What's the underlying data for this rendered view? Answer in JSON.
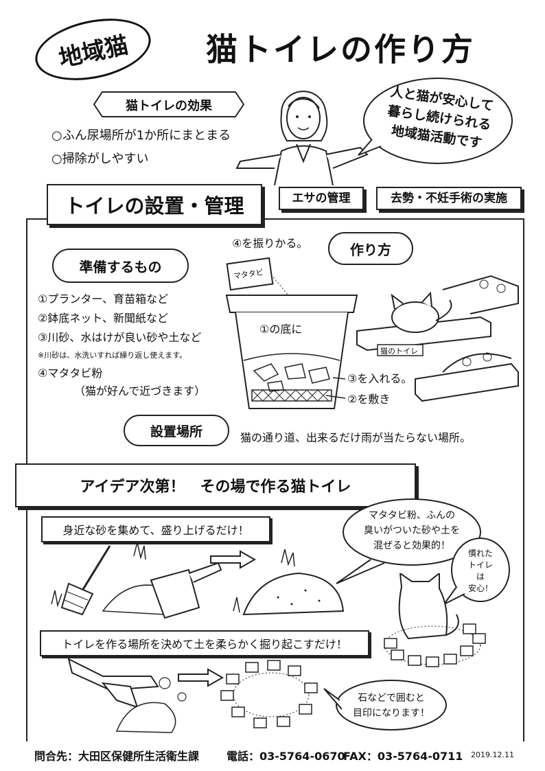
{
  "header": {
    "badge": "地域猫",
    "title": "猫トイレの作り方"
  },
  "effects": {
    "heading": "猫トイレの効果",
    "items": [
      "○ふん尿場所が1か所にまとまる",
      "○掃除がしやすい"
    ]
  },
  "speech": {
    "lines": [
      "人と猫が安心して",
      "暮らし続けられる",
      "地域猫活動です"
    ]
  },
  "tabs": [
    "エサの管理",
    "去勢・不妊手術の実施"
  ],
  "section1": {
    "title": "トイレの設置・管理",
    "prepare_heading": "準備するもの",
    "prepare_items": [
      "①プランター、育苗箱など",
      "②鉢底ネット、新聞紙など",
      "③川砂、水はけが良い砂や土など"
    ],
    "prepare_note": "※川砂は、水洗いすれば繰り返し使えます。",
    "prepare_item4": "④マタタビ粉",
    "prepare_item4_sub": "（猫が好んで近づきます）",
    "howto_heading": "作り方",
    "step4": "④を振りかる。",
    "powder_label": "マタタビ",
    "step1": "①の底に",
    "step3": "③を入れる。",
    "step2": "②を敷き",
    "toilet_sign": "猫のトイレ",
    "place_heading": "設置場所",
    "place_text": "猫の通り道、出来るだけ雨が当たらない場所。"
  },
  "section2": {
    "title": "アイデア次第！　その場で作る猫トイレ",
    "tip1": "身近な砂を集めて、盛り上げるだけ！",
    "tip2": "トイレを作る場所を決めて土を柔らかく掘り起こすだけ！",
    "bubble_matatabi": [
      "マタタビ粉、ふんの",
      "臭いがついた砂や土を",
      "混ぜると効果的！"
    ],
    "bubble_cat": [
      "慣れた",
      "トイレ",
      "は",
      "安心！"
    ],
    "bubble_stones": [
      "石などで囲むと",
      "目印になります！"
    ]
  },
  "footer": {
    "contact": "問合先：大田区保健所生活衛生課",
    "tel": "電話：03-5764-0670",
    "fax": "FAX：03-5764-0711",
    "date": "2019.12.11"
  }
}
